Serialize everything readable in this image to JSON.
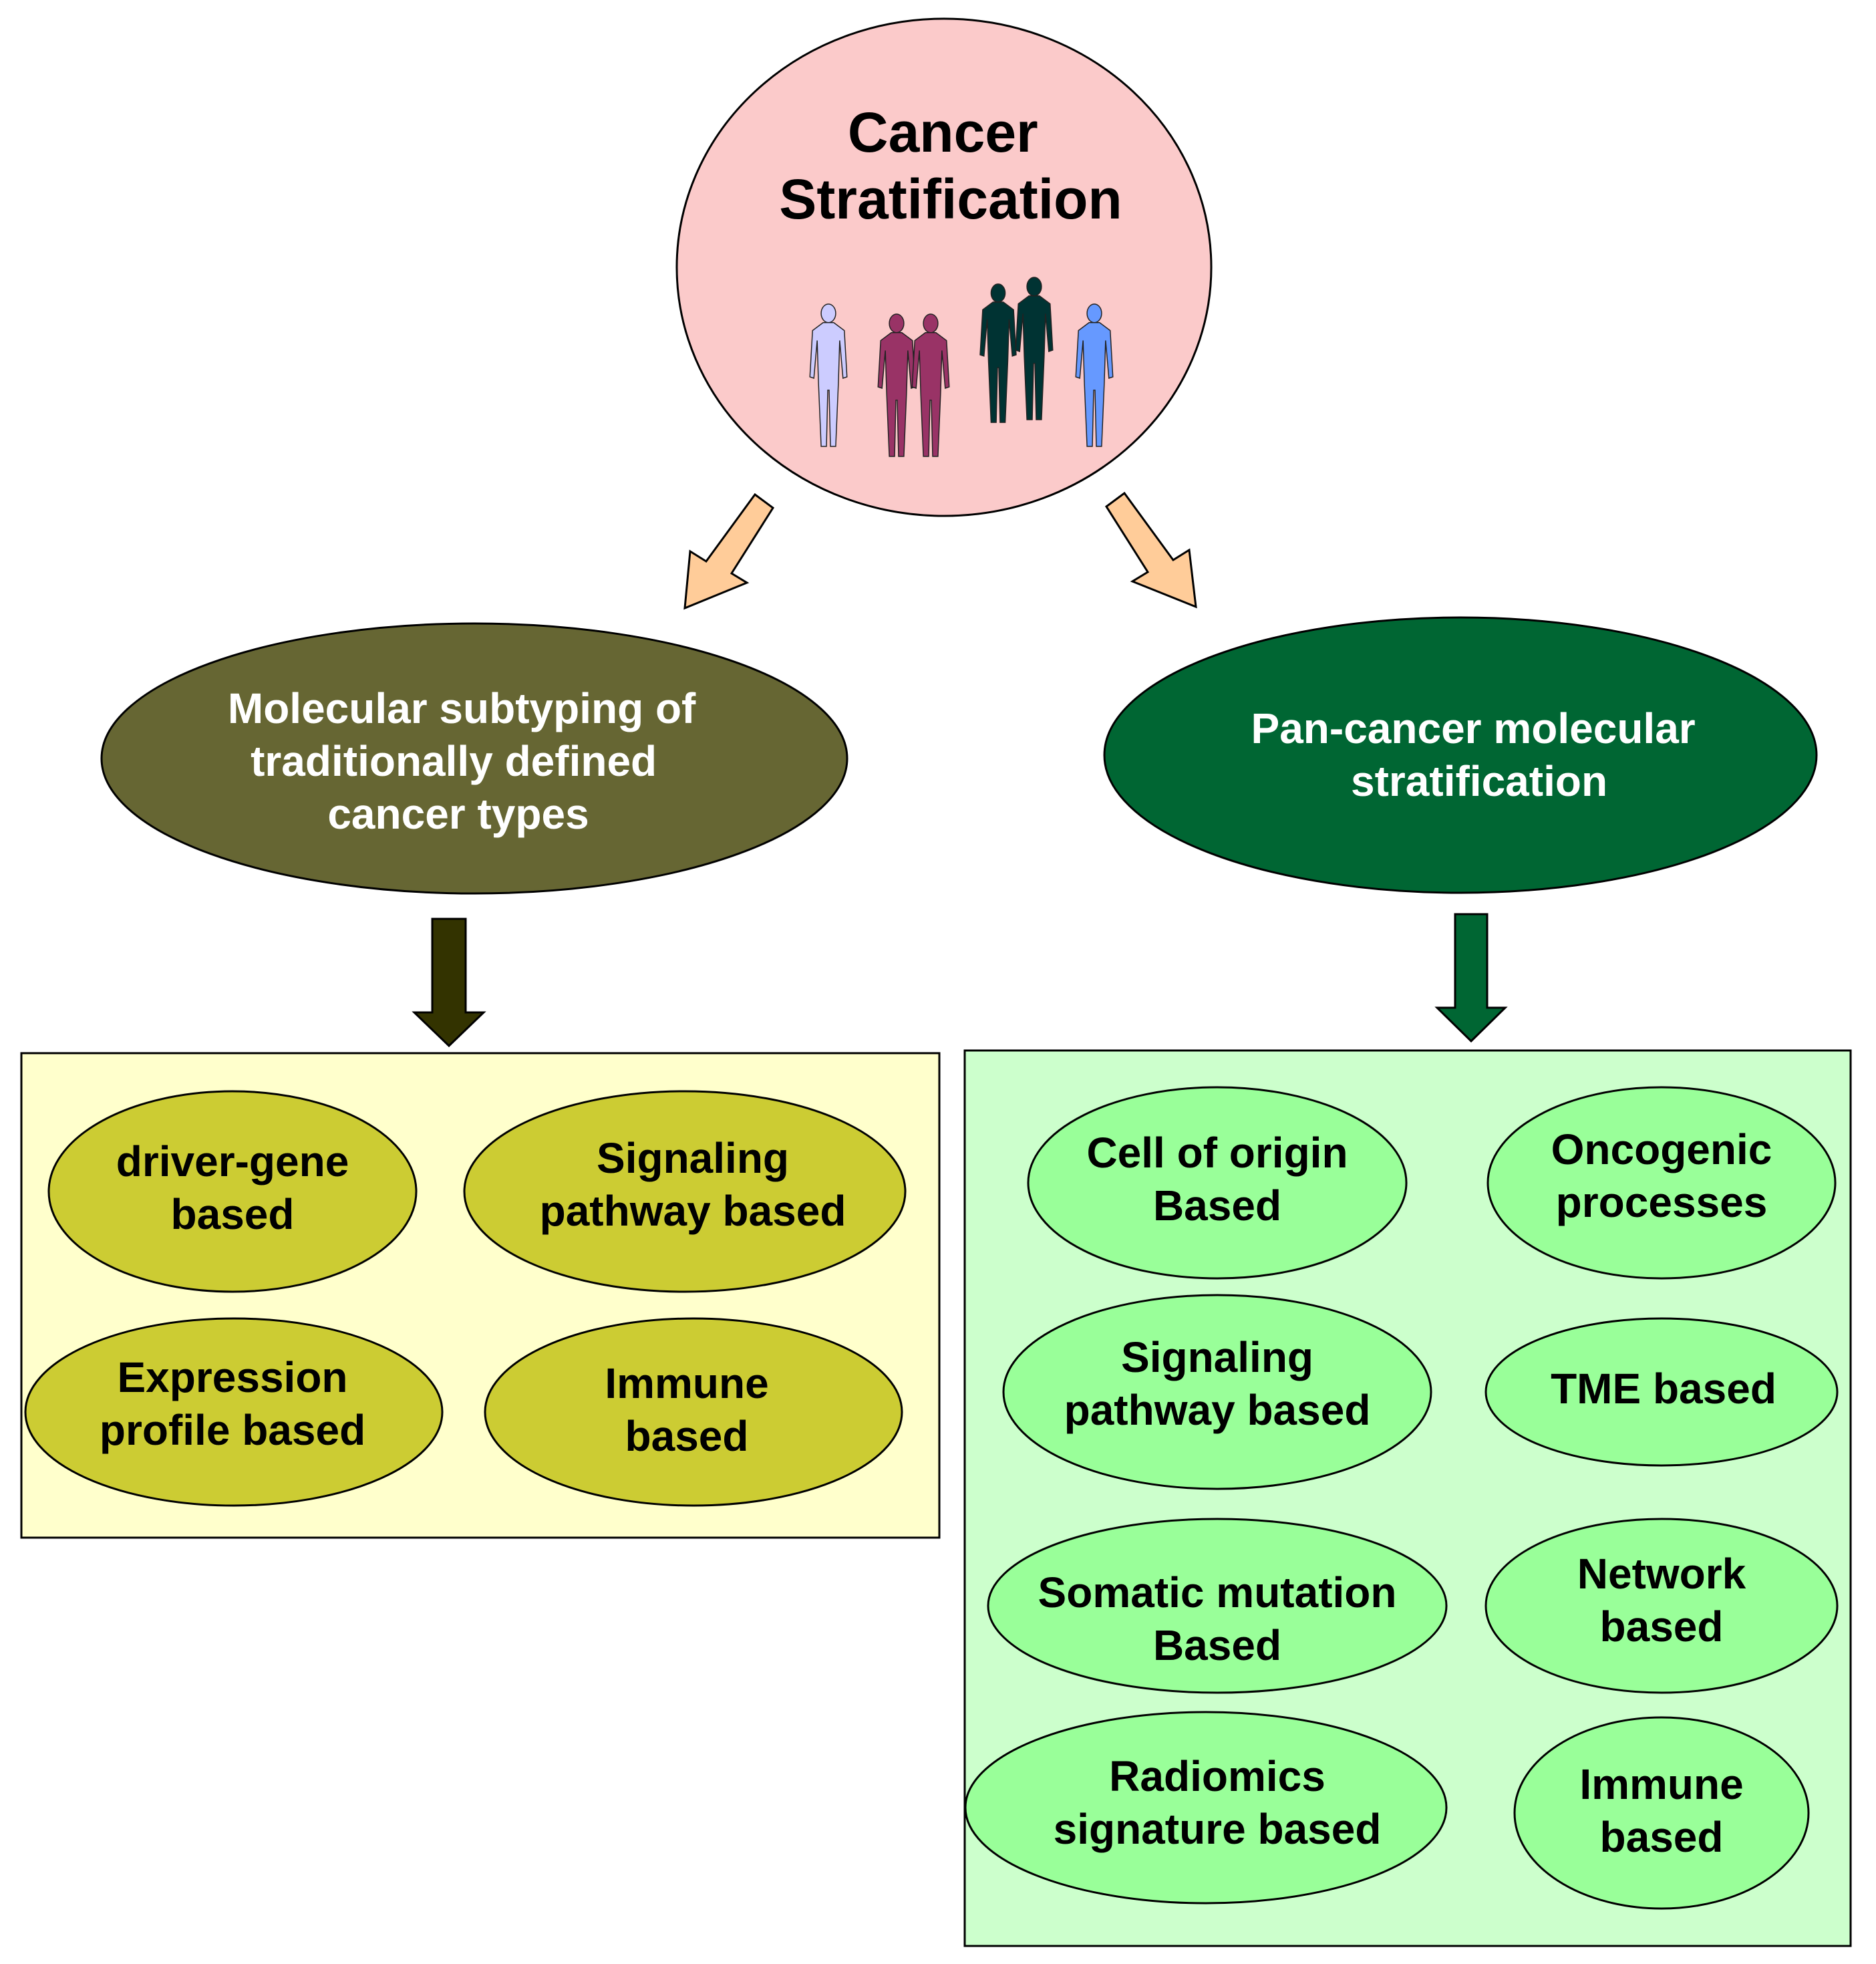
{
  "root": {
    "lines": [
      "Cancer",
      "Stratification"
    ]
  },
  "branches": {
    "left": {
      "lines": [
        "Molecular subtyping of",
        "traditionally defined",
        "cancer types"
      ]
    },
    "right": {
      "lines": [
        "Pan-cancer molecular",
        "stratification"
      ]
    }
  },
  "left_box": {
    "items": [
      {
        "lines": [
          "driver-gene",
          "based"
        ]
      },
      {
        "lines": [
          "Signaling",
          "pathway based"
        ]
      },
      {
        "lines": [
          "Expression",
          "profile based"
        ]
      },
      {
        "lines": [
          "Immune",
          "based"
        ]
      }
    ]
  },
  "right_box": {
    "items": [
      {
        "lines": [
          "Cell of origin",
          "Based"
        ]
      },
      {
        "lines": [
          "Oncogenic",
          "processes"
        ]
      },
      {
        "lines": [
          "Signaling",
          "pathway based"
        ]
      },
      {
        "lines": [
          "TME based"
        ]
      },
      {
        "lines": [
          "Somatic mutation",
          "Based"
        ]
      },
      {
        "lines": [
          "Network",
          "based"
        ]
      },
      {
        "lines": [
          "Radiomics",
          "signature based"
        ]
      },
      {
        "lines": [
          "Immune",
          "based"
        ]
      }
    ]
  },
  "colors": {
    "root_fill": "#fbcaca",
    "left_branch_fill": "#666633",
    "right_branch_fill": "#006633",
    "left_box_fill": "#ffffcc",
    "left_item_fill": "#cccc33",
    "right_box_fill": "#ccffcc",
    "right_item_fill": "#99ff99",
    "upper_arrow_fill": "#ffcc99",
    "left_lower_arrow_fill": "#333300",
    "right_lower_arrow_fill": "#006633",
    "figure_colors": [
      "#ccccff",
      "#993366",
      "#993366",
      "#003333",
      "#003333",
      "#6699ff"
    ]
  }
}
